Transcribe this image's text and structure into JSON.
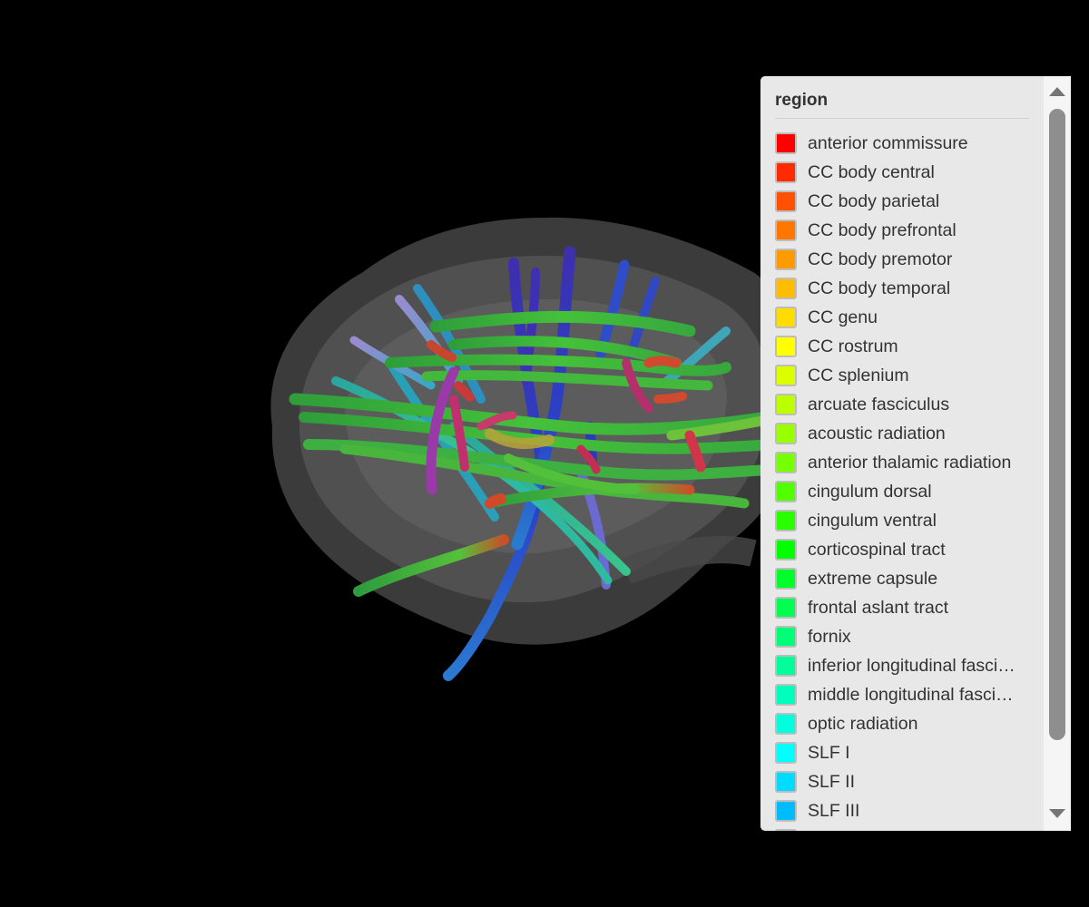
{
  "legend": {
    "title": "region",
    "items": [
      {
        "label": "anterior commissure",
        "color": "#ff0000"
      },
      {
        "label": "CC body central",
        "color": "#ff2a00"
      },
      {
        "label": "CC body parietal",
        "color": "#ff5100"
      },
      {
        "label": "CC body prefrontal",
        "color": "#ff7600"
      },
      {
        "label": "CC body premotor",
        "color": "#ff9a00"
      },
      {
        "label": "CC body temporal",
        "color": "#ffbc00"
      },
      {
        "label": "CC genu",
        "color": "#ffdc00"
      },
      {
        "label": "CC rostrum",
        "color": "#ffff00"
      },
      {
        "label": "CC splenium",
        "color": "#dcff00"
      },
      {
        "label": "arcuate fasciculus",
        "color": "#bcff00"
      },
      {
        "label": "acoustic radiation",
        "color": "#9aff00"
      },
      {
        "label": "anterior thalamic radiation",
        "color": "#76ff00"
      },
      {
        "label": "cingulum dorsal",
        "color": "#51ff00"
      },
      {
        "label": "cingulum ventral",
        "color": "#2aff00"
      },
      {
        "label": "corticospinal tract",
        "color": "#00ff00"
      },
      {
        "label": "extreme capsule",
        "color": "#00ff2a"
      },
      {
        "label": "frontal aslant tract",
        "color": "#00ff51"
      },
      {
        "label": "fornix",
        "color": "#00ff76"
      },
      {
        "label": "inferior longitudinal fasciculus",
        "color": "#00ff9a"
      },
      {
        "label": "middle longitudinal fasciculus",
        "color": "#00ffbc"
      },
      {
        "label": "optic radiation",
        "color": "#00ffdc"
      },
      {
        "label": "SLF I",
        "color": "#00ffff"
      },
      {
        "label": "SLF II",
        "color": "#00dcff"
      },
      {
        "label": "SLF III",
        "color": "#00bcff"
      },
      {
        "label": "",
        "color": "#009aff"
      }
    ]
  }
}
